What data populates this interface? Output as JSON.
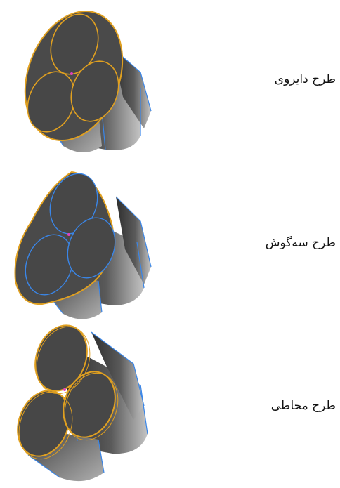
{
  "designs": [
    {
      "id": "circular",
      "label": "طرح دایروی"
    },
    {
      "id": "triangular",
      "label": "طرح سه‌گوش"
    },
    {
      "id": "peripheral",
      "label": "طرح محاطی"
    }
  ],
  "colors": {
    "background": "#ffffff",
    "face_fill": "#4a4a4a",
    "outline_orange": "#e0a020",
    "outline_blue": "#3a86e8",
    "cylinder_light": "#b8b8b8",
    "cylinder_dark": "#3c3c3c",
    "marker": "#e040c0"
  }
}
